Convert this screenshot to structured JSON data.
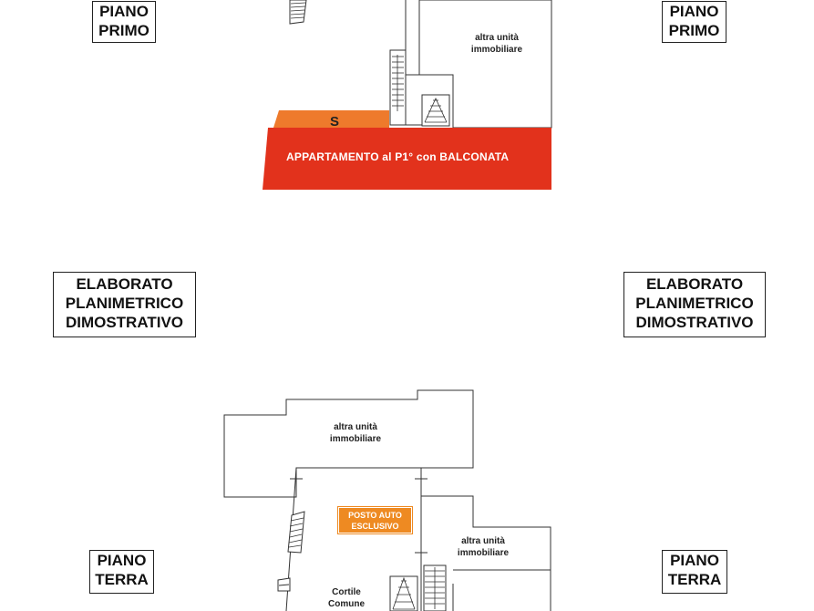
{
  "labels": {
    "piano_primo": [
      "PIANO",
      "PRIMO"
    ],
    "elaborato": [
      "ELABORATO",
      "PLANIMETRICO",
      "DIMOSTRATIVO"
    ],
    "piano_terra": [
      "PIANO",
      "TERRA"
    ]
  },
  "primo": {
    "altra_unita": [
      "altra unità",
      "immobiliare"
    ],
    "apartment_label": "APPARTAMENTO al P1° con BALCONATA",
    "s_label": "S"
  },
  "terra": {
    "altra_unita_top": [
      "altra unità",
      "immobiliare"
    ],
    "altra_unita_right": [
      "altra unità",
      "immobiliare"
    ],
    "posto_auto": [
      "POSTO AUTO",
      "ESCLUSIVO"
    ],
    "cortile": [
      "Cortile",
      "Comune"
    ]
  },
  "colors": {
    "apartment_red": "#e2321c",
    "balcony_orange": "#ee7a2c",
    "posto_orange": "#ee8a22",
    "line": "#333333"
  }
}
